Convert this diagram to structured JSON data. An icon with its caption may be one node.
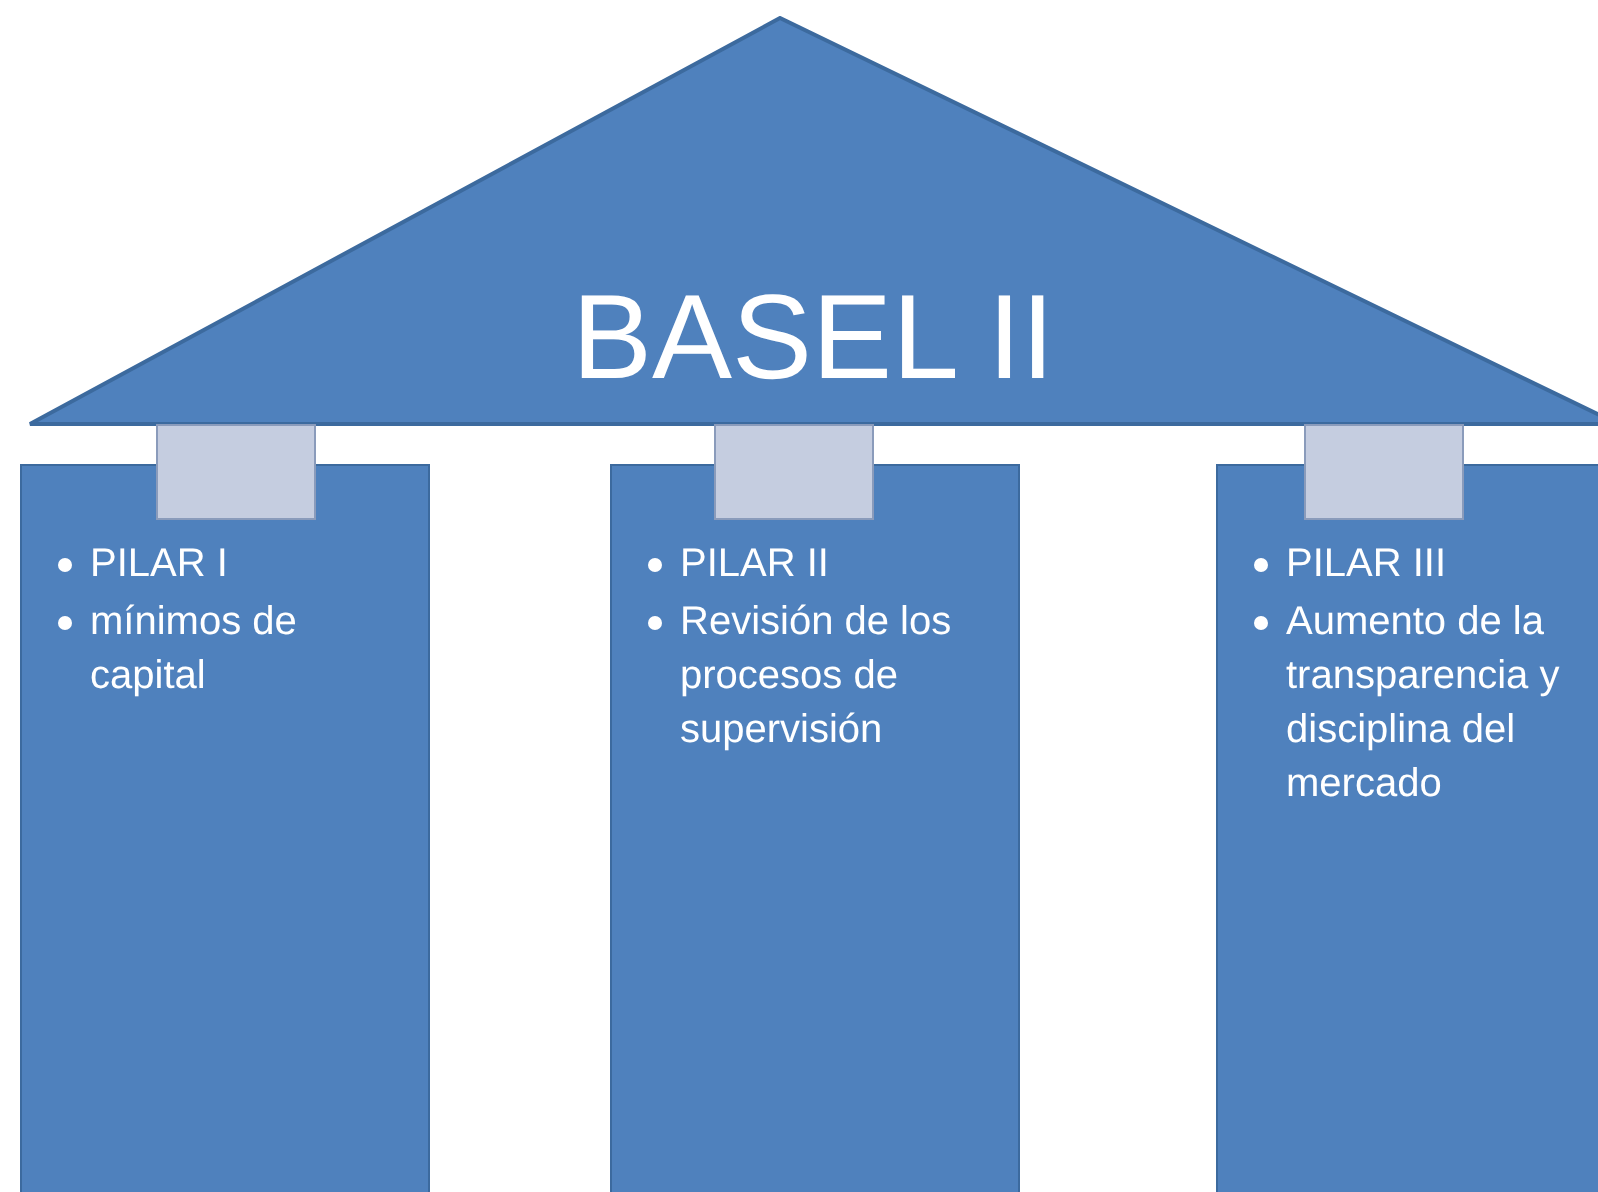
{
  "diagram": {
    "nodes": [
      {
        "text": [
          "BASEL II"
        ]
      },
      {
        "text": [
          "PILAR I",
          "mínimos de capital"
        ]
      },
      {
        "text": [
          "PILAR II",
          "Revisión de los procesos de supervisión"
        ]
      },
      {
        "text": [
          "PILAR III",
          "Aumento de la transparencia y disciplina del mercado"
        ]
      },
      {
        "text": [],
        "shape": "box"
      },
      {
        "text": [],
        "shape": "box"
      },
      {
        "text": [],
        "shape": "box"
      }
    ]
  }
}
